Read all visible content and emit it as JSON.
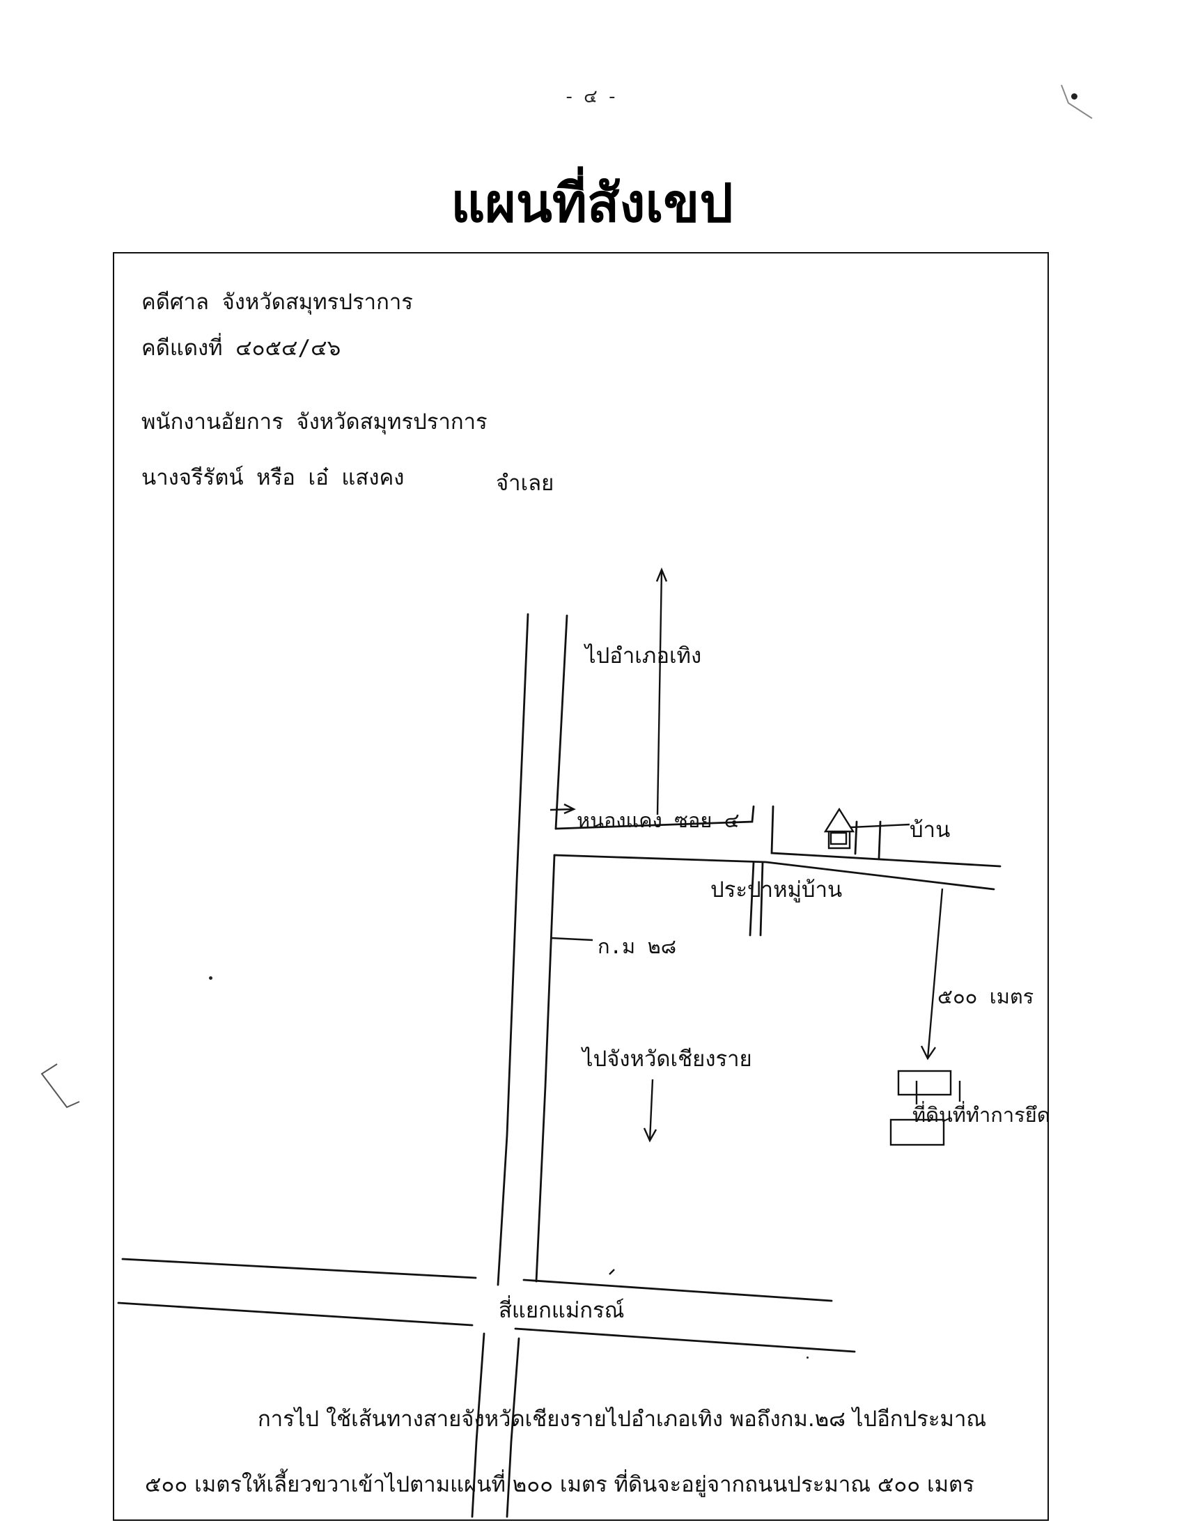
{
  "page_number": "- ๔ -",
  "title": "แผนที่สังเขป",
  "header": {
    "court": "คดีศาล จังหวัดสมุทรปราการ",
    "case_number": "คดีแดงที่ ๔๐๕๔/๔๖",
    "plaintiff": "พนักงานอัยการ จังหวัดสมุทรปราการ",
    "defendant_name": "นางจรีรัตน์ หรือ เอ๋ แสงคง",
    "defendant_role": "จำเลย"
  },
  "map_labels": {
    "north_destination": "ไปอำเภอเทิง",
    "soi": "หนองแคง ซอย ๔",
    "house": "บ้าน",
    "village_pump": "ประปาหมู่บ้าน",
    "km_marker": "ก.ม ๒๘",
    "distance": "๕๐๐ เมตร",
    "south_destination": "ไปจังหวัดเชียงราย",
    "seized_land": "ที่ดินที่ทำการยึด",
    "intersection": "สี่แยกแม่กรณ์"
  },
  "directions": {
    "line1": "การไป ใช้เส้นทางสายจังหวัดเชียงรายไปอำเภอเทิง พอถึงกม.๒๘ ไปอีกประมาณ",
    "line2": "๕๐๐ เมตรให้เลี้ยวขวาเข้าไปตามแผนที่ ๒๐๐ เมตร ที่ดินจะอยู่จากถนนประมาณ ๕๐๐ เมตร"
  }
}
